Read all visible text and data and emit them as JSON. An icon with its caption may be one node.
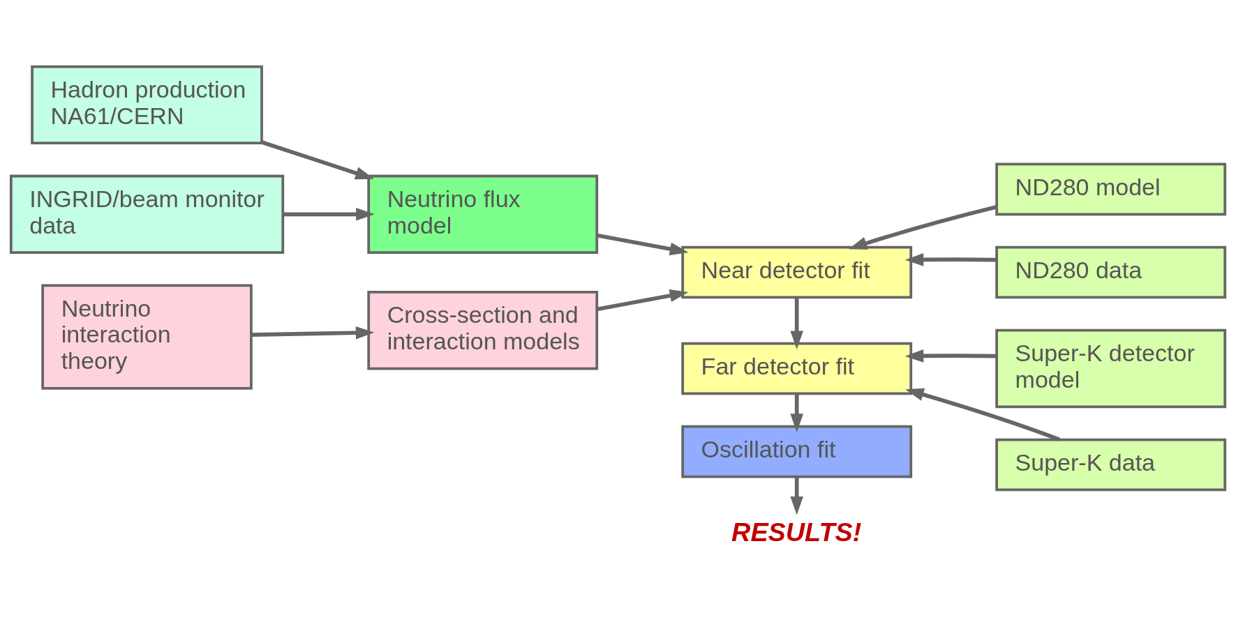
{
  "diagram": {
    "nodes": [
      {
        "text": [
          "Hadron production NA61/CERN"
        ]
      },
      {
        "text": [
          "INGRID/beam monitor data"
        ]
      },
      {
        "text": [
          "Neutrino interaction theory"
        ]
      },
      {
        "text": [
          "Neutrino flux model"
        ]
      },
      {
        "text": [
          "Cross-section and interaction models"
        ]
      },
      {
        "text": [
          "Near detector fit"
        ]
      },
      {
        "text": [
          "ND280 model"
        ]
      },
      {
        "text": [
          "ND280 data"
        ]
      },
      {
        "text": [
          "Far detector fit"
        ]
      },
      {
        "text": [
          "Super-K detector model"
        ]
      },
      {
        "text": [
          "Super-K data"
        ]
      },
      {
        "text": [
          "Oscillation fit"
        ]
      },
      {
        "text": [
          "RESULTS!"
        ]
      }
    ],
    "edges": [
      {
        "from": 0,
        "to": 3,
        "arrow": "to"
      },
      {
        "from": 1,
        "to": 3,
        "arrow": "to"
      },
      {
        "from": 2,
        "to": 4,
        "arrow": "to"
      },
      {
        "from": 3,
        "to": 5,
        "arrow": "to"
      },
      {
        "from": 4,
        "to": 5,
        "arrow": "to"
      },
      {
        "from": 6,
        "to": 5,
        "arrow": "to"
      },
      {
        "from": 7,
        "to": 5,
        "arrow": "to"
      },
      {
        "from": 5,
        "to": 8,
        "arrow": "to"
      },
      {
        "from": 9,
        "to": 8,
        "arrow": "to"
      },
      {
        "from": 10,
        "to": 8,
        "arrow": "to"
      },
      {
        "from": 8,
        "to": 11,
        "arrow": "to"
      },
      {
        "from": 11,
        "to": 12,
        "arrow": "to"
      }
    ]
  }
}
